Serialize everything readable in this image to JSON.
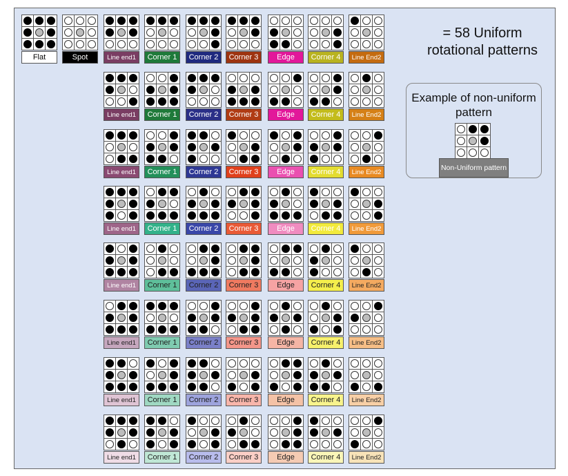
{
  "title": "= 58 Uniform rotational patterns",
  "example": {
    "title": "Example of non-uniform pattern",
    "label": "Non-Uniform pattern",
    "pattern": "01110000"
  },
  "columns": [
    {
      "name": "Flat",
      "label_colors": [
        "#ffffff"
      ],
      "text_colors": [
        "#000000"
      ]
    },
    {
      "name": "Spot",
      "label_colors": [
        "#000000"
      ],
      "text_colors": [
        "#ffffff"
      ]
    },
    {
      "name": "Line end1",
      "label_colors": [
        "#7a3d63",
        "#7a3d63",
        "#8a4a72",
        "#9e6589",
        "#b084a2",
        "#c5a6bd",
        "#dfc4d4",
        "#efdce6"
      ],
      "text_colors": [
        "#ffffff",
        "#ffffff",
        "#ffffff",
        "#ffffff",
        "#ffffff",
        "#222222",
        "#222222",
        "#222222"
      ]
    },
    {
      "name": "Corner 1",
      "label_colors": [
        "#1f7a3a",
        "#1f7a3a",
        "#23905a",
        "#33b28a",
        "#5ebf9a",
        "#7fcbb0",
        "#9fd8c2",
        "#bfe7d5"
      ],
      "text_colors": [
        "#ffffff",
        "#ffffff",
        "#ffffff",
        "#ffffff",
        "#222222",
        "#222222",
        "#222222",
        "#222222"
      ]
    },
    {
      "name": "Corner 2",
      "label_colors": [
        "#1f2a7f",
        "#2b2f88",
        "#2e3894",
        "#3a47a8",
        "#5a65b7",
        "#7a80c8",
        "#9da3dc",
        "#b8bcec"
      ],
      "text_colors": [
        "#ffffff",
        "#ffffff",
        "#ffffff",
        "#ffffff",
        "#222222",
        "#222222",
        "#222222",
        "#222222"
      ]
    },
    {
      "name": "Corner 3",
      "label_colors": [
        "#9e3410",
        "#b03c14",
        "#e0401c",
        "#e95a36",
        "#ef7a60",
        "#f4968a",
        "#f8b5aa",
        "#fbcfc6"
      ],
      "text_colors": [
        "#ffffff",
        "#ffffff",
        "#ffffff",
        "#ffffff",
        "#222222",
        "#222222",
        "#222222",
        "#222222"
      ]
    },
    {
      "name": "Edge",
      "label_colors": [
        "#e2189a",
        "#e2189a",
        "#ea50b0",
        "#f08cc0",
        "#f6a3a3",
        "#f5b5a5",
        "#f4c2a6",
        "#f5cbb3"
      ],
      "text_colors": [
        "#ffffff",
        "#ffffff",
        "#ffffff",
        "#ffffff",
        "#222222",
        "#222222",
        "#222222",
        "#222222"
      ]
    },
    {
      "name": "Corner 4",
      "label_colors": [
        "#b9b320",
        "#c3bc1c",
        "#e3dc30",
        "#f2ea3c",
        "#f4ee4c",
        "#f7f06c",
        "#f8f38c",
        "#faf6b8"
      ],
      "text_colors": [
        "#ffffff",
        "#ffffff",
        "#ffffff",
        "#ffffff",
        "#222222",
        "#222222",
        "#222222",
        "#222222"
      ]
    },
    {
      "name": "Line End2",
      "label_colors": [
        "#c46b10",
        "#d58016",
        "#e88a22",
        "#f09a3a",
        "#f4aa60",
        "#f6be86",
        "#f7cfa6",
        "#f8e3b8"
      ],
      "text_colors": [
        "#ffffff",
        "#ffffff",
        "#ffffff",
        "#ffffff",
        "#222222",
        "#222222",
        "#222222",
        "#222222"
      ]
    }
  ],
  "rows": [
    [
      "11111111",
      "00000000",
      "11110001",
      "11100000",
      "11111000",
      "11110000",
      "00000111",
      "00011000",
      "10000000"
    ],
    [
      null,
      null,
      "11101001",
      "00111111",
      "11100001",
      "00011111",
      "00100110",
      "00110110",
      "01000000"
    ],
    [
      null,
      null,
      "11101100",
      "00110111",
      "11010011",
      "10011100",
      "10110100",
      "00110011",
      "00100100"
    ],
    [
      null,
      null,
      "11111011",
      "01101111",
      "01011111",
      "01111001",
      "01001111",
      "10011101",
      "10011000"
    ],
    [
      null,
      null,
      "10111111",
      "01001100",
      "01111110",
      "01111100",
      "01100110",
      "01000011",
      "10000100"
    ],
    [
      null,
      null,
      "01111111",
      "11101110",
      "00110111",
      "00111101",
      "01010101",
      "01011010",
      "00100001"
    ],
    [
      null,
      null,
      "11011111",
      "10111110",
      "11010111",
      "00011010",
      "01111010",
      "01010111",
      "00001010"
    ],
    [
      null,
      null,
      "11110101",
      "11011011",
      "10011010",
      "01001101",
      "00111100",
      "10010001",
      "00100010"
    ]
  ]
}
